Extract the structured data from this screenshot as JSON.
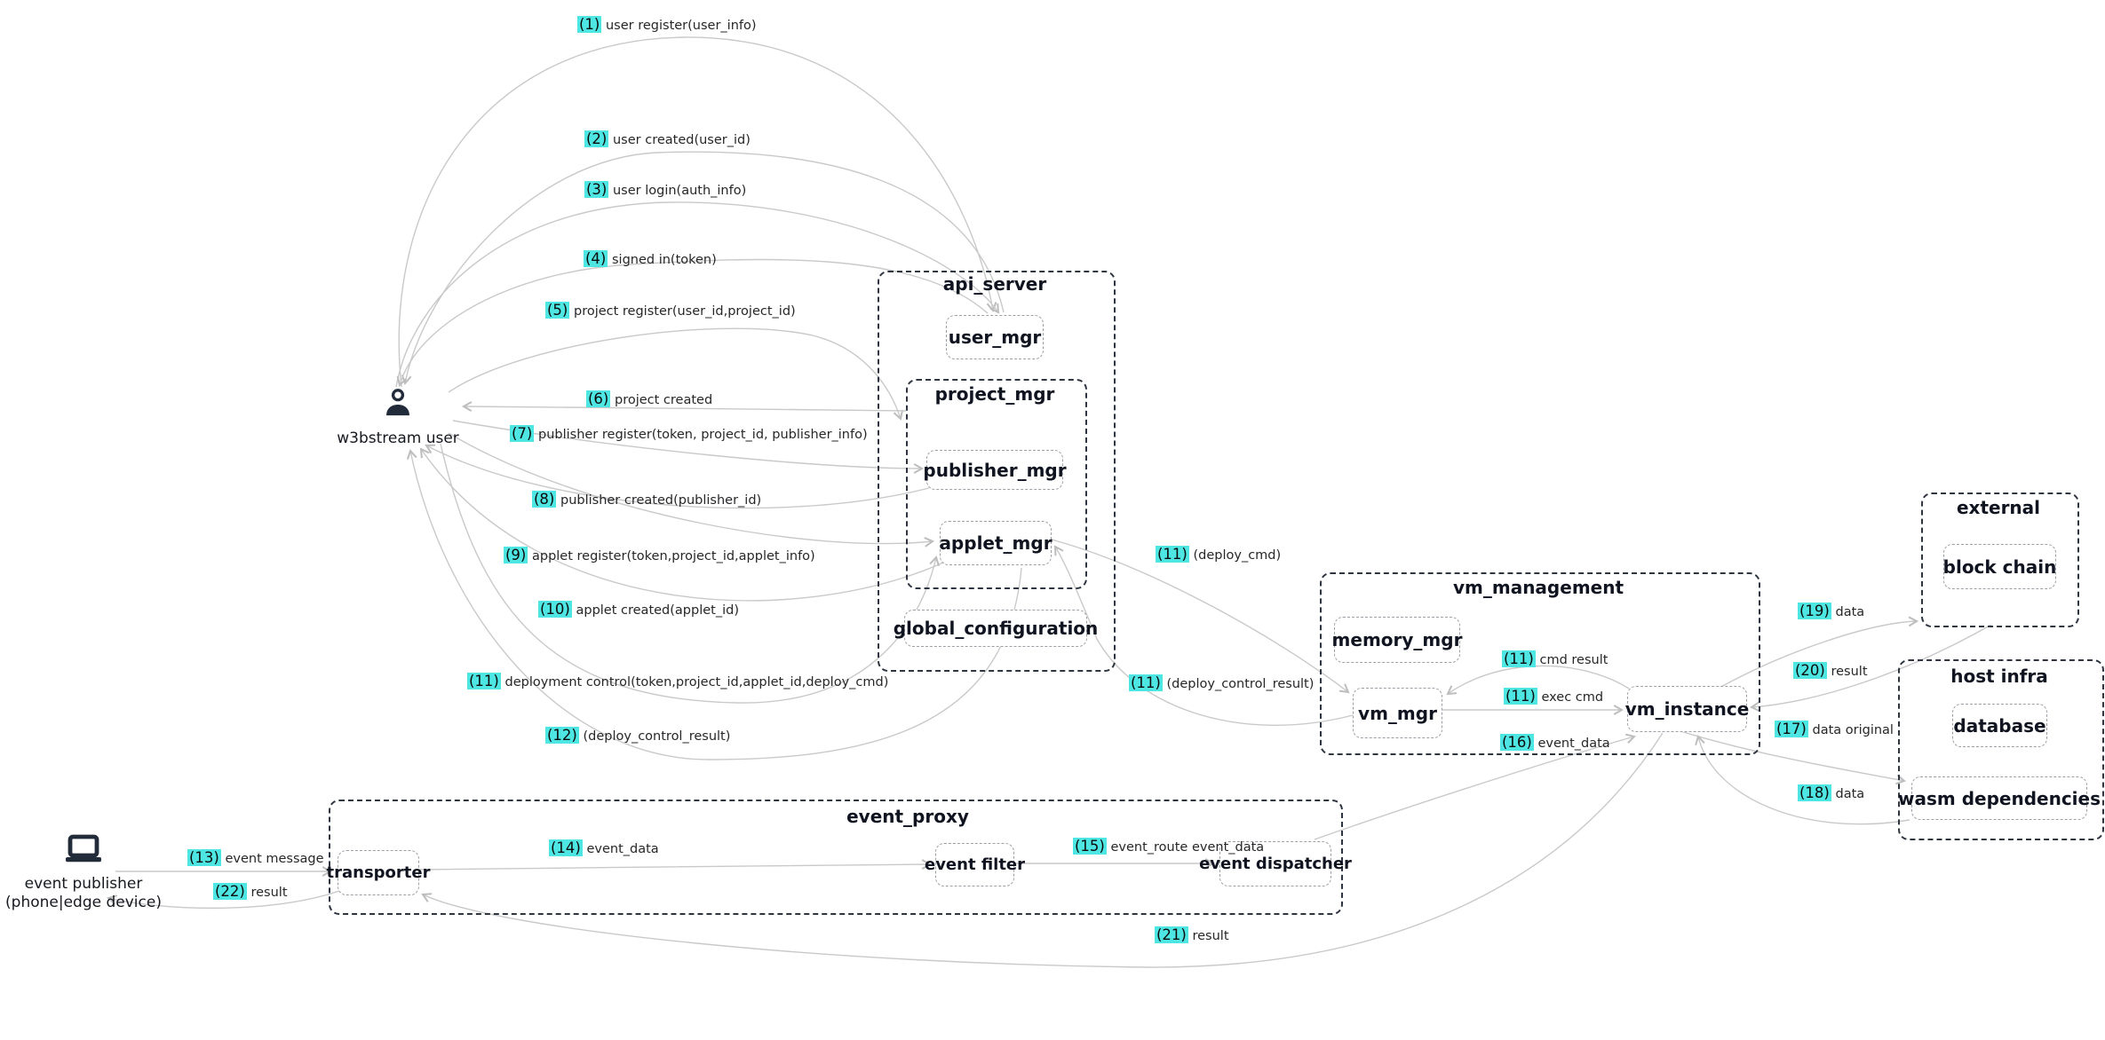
{
  "diagram": {
    "actors": {
      "user": {
        "label": "w3bstream user"
      },
      "publisher": {
        "label_line1": "event publisher",
        "label_line2": "(phone|edge device)"
      }
    },
    "containers": {
      "api_server": "api_server",
      "project_mgr": "project_mgr",
      "vm_management": "vm_management",
      "external": "external",
      "host_infra": "host infra",
      "event_proxy": "event_proxy"
    },
    "nodes": {
      "user_mgr": "user_mgr",
      "publisher_mgr": "publisher_mgr",
      "applet_mgr": "applet_mgr",
      "global_configuration": "global_configuration",
      "memory_mgr": "memory_mgr",
      "vm_mgr": "vm_mgr",
      "vm_instance": "vm_instance",
      "block_chain": "block chain",
      "database": "database",
      "wasm_dependencies": "wasm dependencies",
      "transporter": "transporter",
      "event_filter": "event filter",
      "event_dispatcher": "event dispatcher"
    },
    "edges": [
      {
        "num": "(1)",
        "text": "user register(user_info)"
      },
      {
        "num": "(2)",
        "text": "user created(user_id)"
      },
      {
        "num": "(3)",
        "text": "user login(auth_info)"
      },
      {
        "num": "(4)",
        "text": "signed in(token)"
      },
      {
        "num": "(5)",
        "text": "project register(user_id,project_id)"
      },
      {
        "num": "(6)",
        "text": "project created"
      },
      {
        "num": "(7)",
        "text": "publisher register(token, project_id, publisher_info)"
      },
      {
        "num": "(8)",
        "text": "publisher created(publisher_id)"
      },
      {
        "num": "(9)",
        "text": "applet register(token,project_id,applet_info)"
      },
      {
        "num": "(10)",
        "text": "applet created(applet_id)"
      },
      {
        "num": "(11)",
        "text": "deployment control(token,project_id,applet_id,deploy_cmd)"
      },
      {
        "num": "(12)",
        "text": "(deploy_control_result)"
      },
      {
        "num": "(13)",
        "text": "event message"
      },
      {
        "num": "(22)",
        "text": "result"
      },
      {
        "num": "(14)",
        "text": "event_data"
      },
      {
        "num": "(15)",
        "text": "event_route event_data"
      },
      {
        "num": "(11)",
        "text": "(deploy_cmd)"
      },
      {
        "num": "(11)",
        "text": "(deploy_control_result)"
      },
      {
        "num": "(11)",
        "text": "cmd result"
      },
      {
        "num": "(11)",
        "text": "exec cmd"
      },
      {
        "num": "(16)",
        "text": "event_data"
      },
      {
        "num": "(17)",
        "text": "data original"
      },
      {
        "num": "(18)",
        "text": "data"
      },
      {
        "num": "(19)",
        "text": "data"
      },
      {
        "num": "(20)",
        "text": "result"
      },
      {
        "num": "(21)",
        "text": "result"
      }
    ],
    "colors": {
      "highlight": "#4ee6e2",
      "arrow": "#c9c9c9",
      "container_border": "#2e3440",
      "node_border": "#9aa0a6",
      "text": "#16191f"
    }
  }
}
